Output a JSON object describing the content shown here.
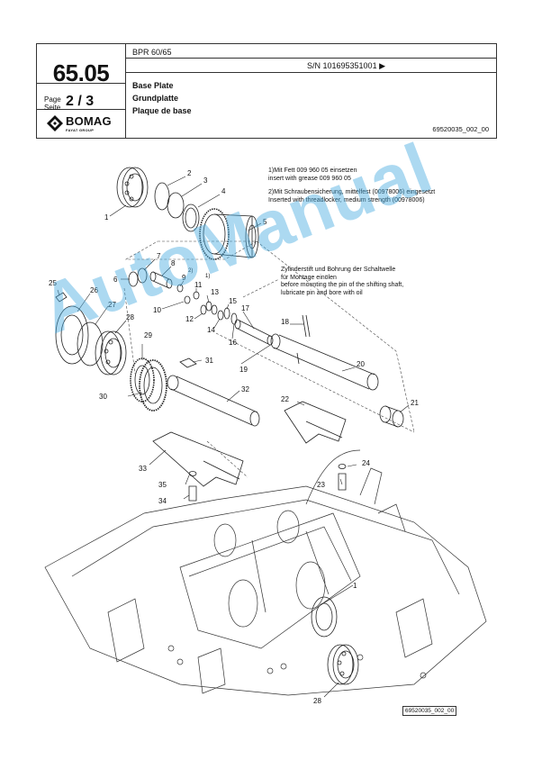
{
  "header": {
    "doc_number": "65.05",
    "page_label_1": "Page",
    "page_label_2": "Seite",
    "page_number": "2 / 3",
    "brand": "BOMAG",
    "brand_sub": "FAYAT GROUP",
    "model": "BPR 60/65",
    "serial": "S/N 101695351001 ▶",
    "title_en": "Base Plate",
    "title_de": "Grundplatte",
    "title_fr": "Plaque de base",
    "reference": "69520035_002_00"
  },
  "notes": {
    "n1_marker": "1)",
    "n1_de": "Mit Fett 009 960 05 einsetzen",
    "n1_en": "insert  with grease 009 960 05",
    "n2_marker": "2)",
    "n2_de": "Mit Schraubensicherung, mittelfest (00978006) eingesetzt",
    "n2_en": "Inserted with threadlocker, medium strength (00978006)",
    "n3_de1": "Zylinderstift und Bohrung der Schaltwelle",
    "n3_de2": "für Montage einölen",
    "n3_en1": "before mounting the pin of the shifting shaft,",
    "n3_en2": "lubricate pin and bore with oil"
  },
  "callouts": [
    "1",
    "2",
    "3",
    "4",
    "5",
    "6",
    "7",
    "8",
    "9",
    "2)",
    "10",
    "11",
    "1)",
    "12",
    "13",
    "14",
    "15",
    "16",
    "17",
    "18",
    "19",
    "20",
    "21",
    "22",
    "23",
    "24",
    "25",
    "26",
    "27",
    "28",
    "29",
    "30",
    "31",
    "32",
    "33",
    "34",
    "35",
    "1",
    "28"
  ],
  "figure_ref": "69520035_002_00",
  "watermark": "AutoManual",
  "icons": [
    "bomag-logo-icon"
  ]
}
